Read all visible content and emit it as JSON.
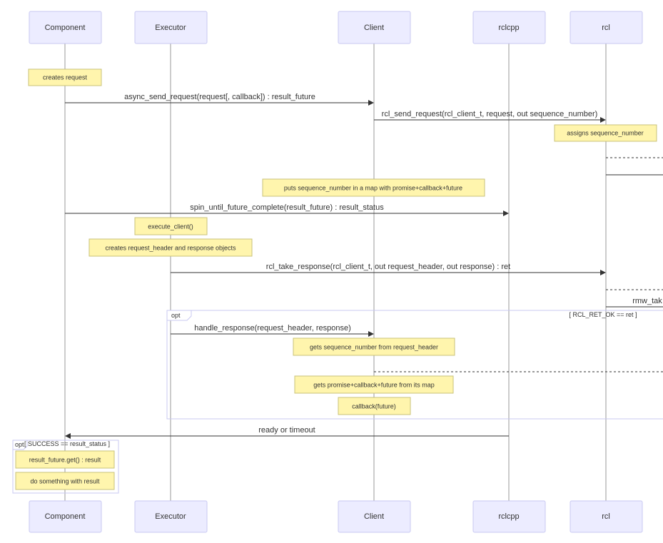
{
  "participants": {
    "component": "Component",
    "executor": "Executor",
    "client": "Client",
    "rclcpp": "rclcpp",
    "rcl": "rcl"
  },
  "notes": {
    "creates_request": "creates request",
    "assigns_seq": "assigns sequence_number",
    "puts_seq": "puts sequence_number in a map with promise+callback+future",
    "execute_client": "execute_client()",
    "creates_header": "creates request_header and response objects",
    "gets_seq": "gets sequence_number from request_header",
    "gets_promise": "gets promise+callback+future from its map",
    "callback_future": "callback(future)",
    "result_get": "result_future.get() : result",
    "do_something": "do something with result"
  },
  "messages": {
    "async_send": "async_send_request(request[, callback]) : result_future",
    "rcl_send": "rcl_send_request(rcl_client_t, request, out sequence_number)",
    "spin": "spin_until_future_complete(result_future) : result_status",
    "rcl_take": "rcl_take_response(rcl_client_t, out request_header, out response) : ret",
    "rmw_take": "rmw_tak",
    "handle_response": "handle_response(request_header, response)",
    "ready": "ready or timeout"
  },
  "frames": {
    "opt1_label": "opt",
    "opt1_condition": "[ RCL_RET_OK == ret ]",
    "opt2_label": "opt",
    "opt2_condition": "[ SUCCESS == result_status ]"
  },
  "colors": {
    "actor_fill": "#ececff",
    "actor_stroke": "#c9c9f2",
    "note_fill": "#fff5ad",
    "note_stroke": "#c9c27a",
    "line": "#333333"
  }
}
